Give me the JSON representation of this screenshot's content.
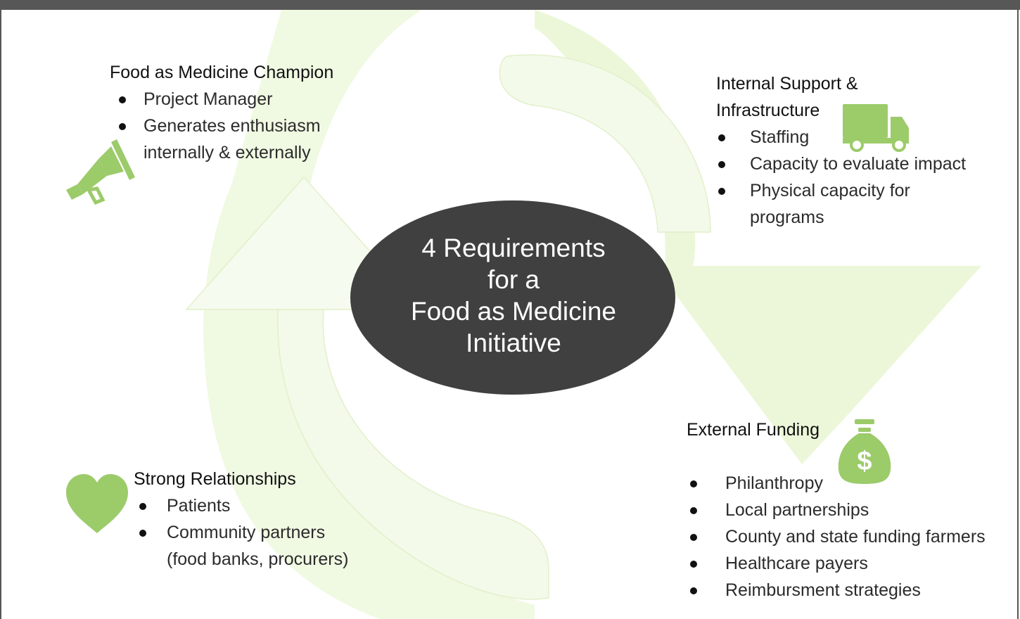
{
  "center": {
    "lines": [
      "4 Requirements",
      "for a",
      "Food as Medicine",
      "Initiative"
    ]
  },
  "champion": {
    "heading": "Food as Medicine Champion",
    "items": [
      "Project Manager",
      "Generates enthusiasm",
      "internally & externally"
    ]
  },
  "internal": {
    "heading_line1": "Internal Support &",
    "heading_line2": "Infrastructure",
    "items": [
      "Staffing",
      "Capacity to evaluate impact",
      "Physical capacity for",
      "programs"
    ]
  },
  "funding": {
    "heading": "External Funding",
    "items": [
      "Philanthropy",
      "Local partnerships",
      "County and state funding farmers",
      "Healthcare payers",
      "Reimbursment strategies"
    ],
    "money_symbol": "$"
  },
  "relationships": {
    "heading": "Strong Relationships",
    "items": [
      "Patients",
      "Community partners",
      "(food banks, procurers)"
    ]
  },
  "icons": [
    "megaphone-icon",
    "truck-icon",
    "money-bag-icon",
    "heart-icon"
  ],
  "colors": {
    "accent_green": "#9ccb6a",
    "pale_green": "#ecf7d9",
    "center_fill": "#404040",
    "frame": "#575757"
  }
}
